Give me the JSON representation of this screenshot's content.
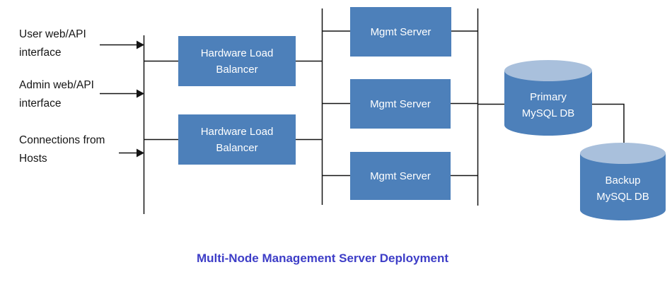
{
  "title": {
    "text": "Multi-Node Management Server Deployment"
  },
  "left_labels": [
    {
      "line1": "User web/API",
      "line2": "interface"
    },
    {
      "line1": "Admin web/API",
      "line2": "interface"
    },
    {
      "line1": "Connections from",
      "line2": "Hosts"
    }
  ],
  "load_balancers": [
    {
      "label": "Hardware Load Balancer"
    },
    {
      "label": "Hardware Load Balancer"
    }
  ],
  "mgmt_servers": [
    {
      "label": "Mgmt Server"
    },
    {
      "label": "Mgmt Server"
    },
    {
      "label": "Mgmt Server"
    }
  ],
  "databases": [
    {
      "line1": "Primary",
      "line2": "MySQL DB"
    },
    {
      "line1": "Backup",
      "line2": "MySQL DB"
    }
  ],
  "colors": {
    "node_fill": "#4d80ba",
    "cylinder_top": "#a9c0dc",
    "node_text": "#ffffff",
    "title_color": "#3d3dc7",
    "line_color": "#141414"
  }
}
